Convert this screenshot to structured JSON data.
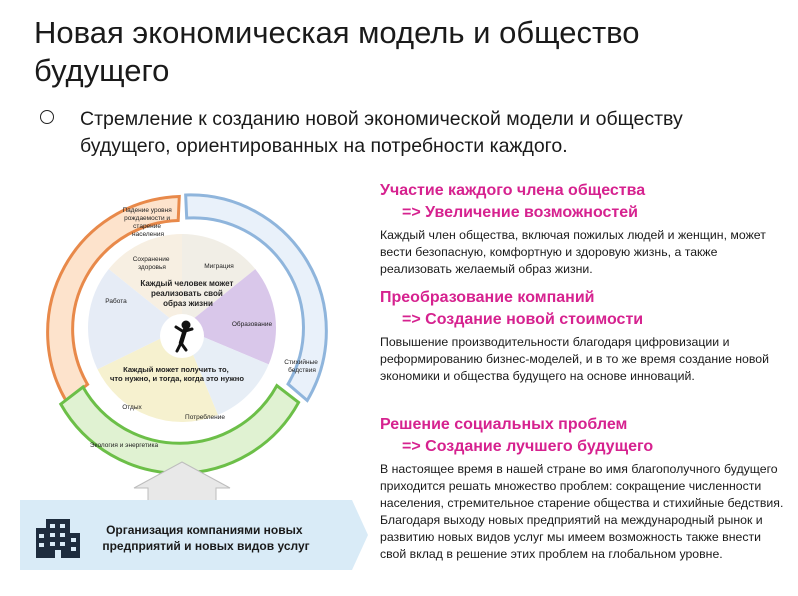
{
  "title": "Новая экономическая модель и общество будущего",
  "bullet": "Стремление к созданию новой экономической модели и обществу будущего, ориентированных на потребности каждого.",
  "sections": [
    {
      "heading": "Участие каждого члена общества",
      "subheading": "=> Увеличение возможностей",
      "body": "Каждый член общества, включая пожилых людей и женщин, может вести безопасную, комфортную и здоровую жизнь, а также реализовать желаемый образ жизни."
    },
    {
      "heading": "Преобразование компаний",
      "subheading": "=> Создание новой стоимости",
      "body": "Повышение производительности благодаря цифровизации и реформированию бизнес-моделей, и в то же время создание новой экономики и общества будущего на основе инноваций."
    },
    {
      "heading": "Решение социальных проблем",
      "subheading": "=> Создание лучшего будущего",
      "body": "В настоящее время в нашей стране во имя благополучного будущего приходится решать множество проблем: сокращение численности населения, стремительное старение общества и стихийные бедствия. Благодаря выходу новых предприятий на международный рынок и развитию новых видов услуг мы имеем возможность также внести свой вклад в решение этих проблем на глобальном уровне."
    }
  ],
  "diagram": {
    "outer_labels": {
      "birthrate": [
        "Падение уровня",
        "рождаемости и",
        "старение",
        "населения"
      ],
      "disasters": [
        "Стихийные",
        "бедствия"
      ],
      "ecology": "Экология и энергетика"
    },
    "wedges": {
      "health": [
        "Сохранение",
        "здоровья"
      ],
      "migration": "Миграция",
      "education": "Образование",
      "consumption": "Потребление",
      "leisure": "Отдых",
      "work": "Работа"
    },
    "center_top": [
      "Каждый человек может",
      "реализовать свой",
      "образ жизни"
    ],
    "center_bottom": [
      "Каждый может получить то,",
      "что нужно, и тогда, когда это нужно"
    ],
    "banner": [
      "Организация компаниями новых",
      "предприятий и новых видов услуг"
    ],
    "colors": {
      "orange": "#e8894a",
      "blue": "#8fb5dc",
      "green": "#6cbf48"
    }
  }
}
